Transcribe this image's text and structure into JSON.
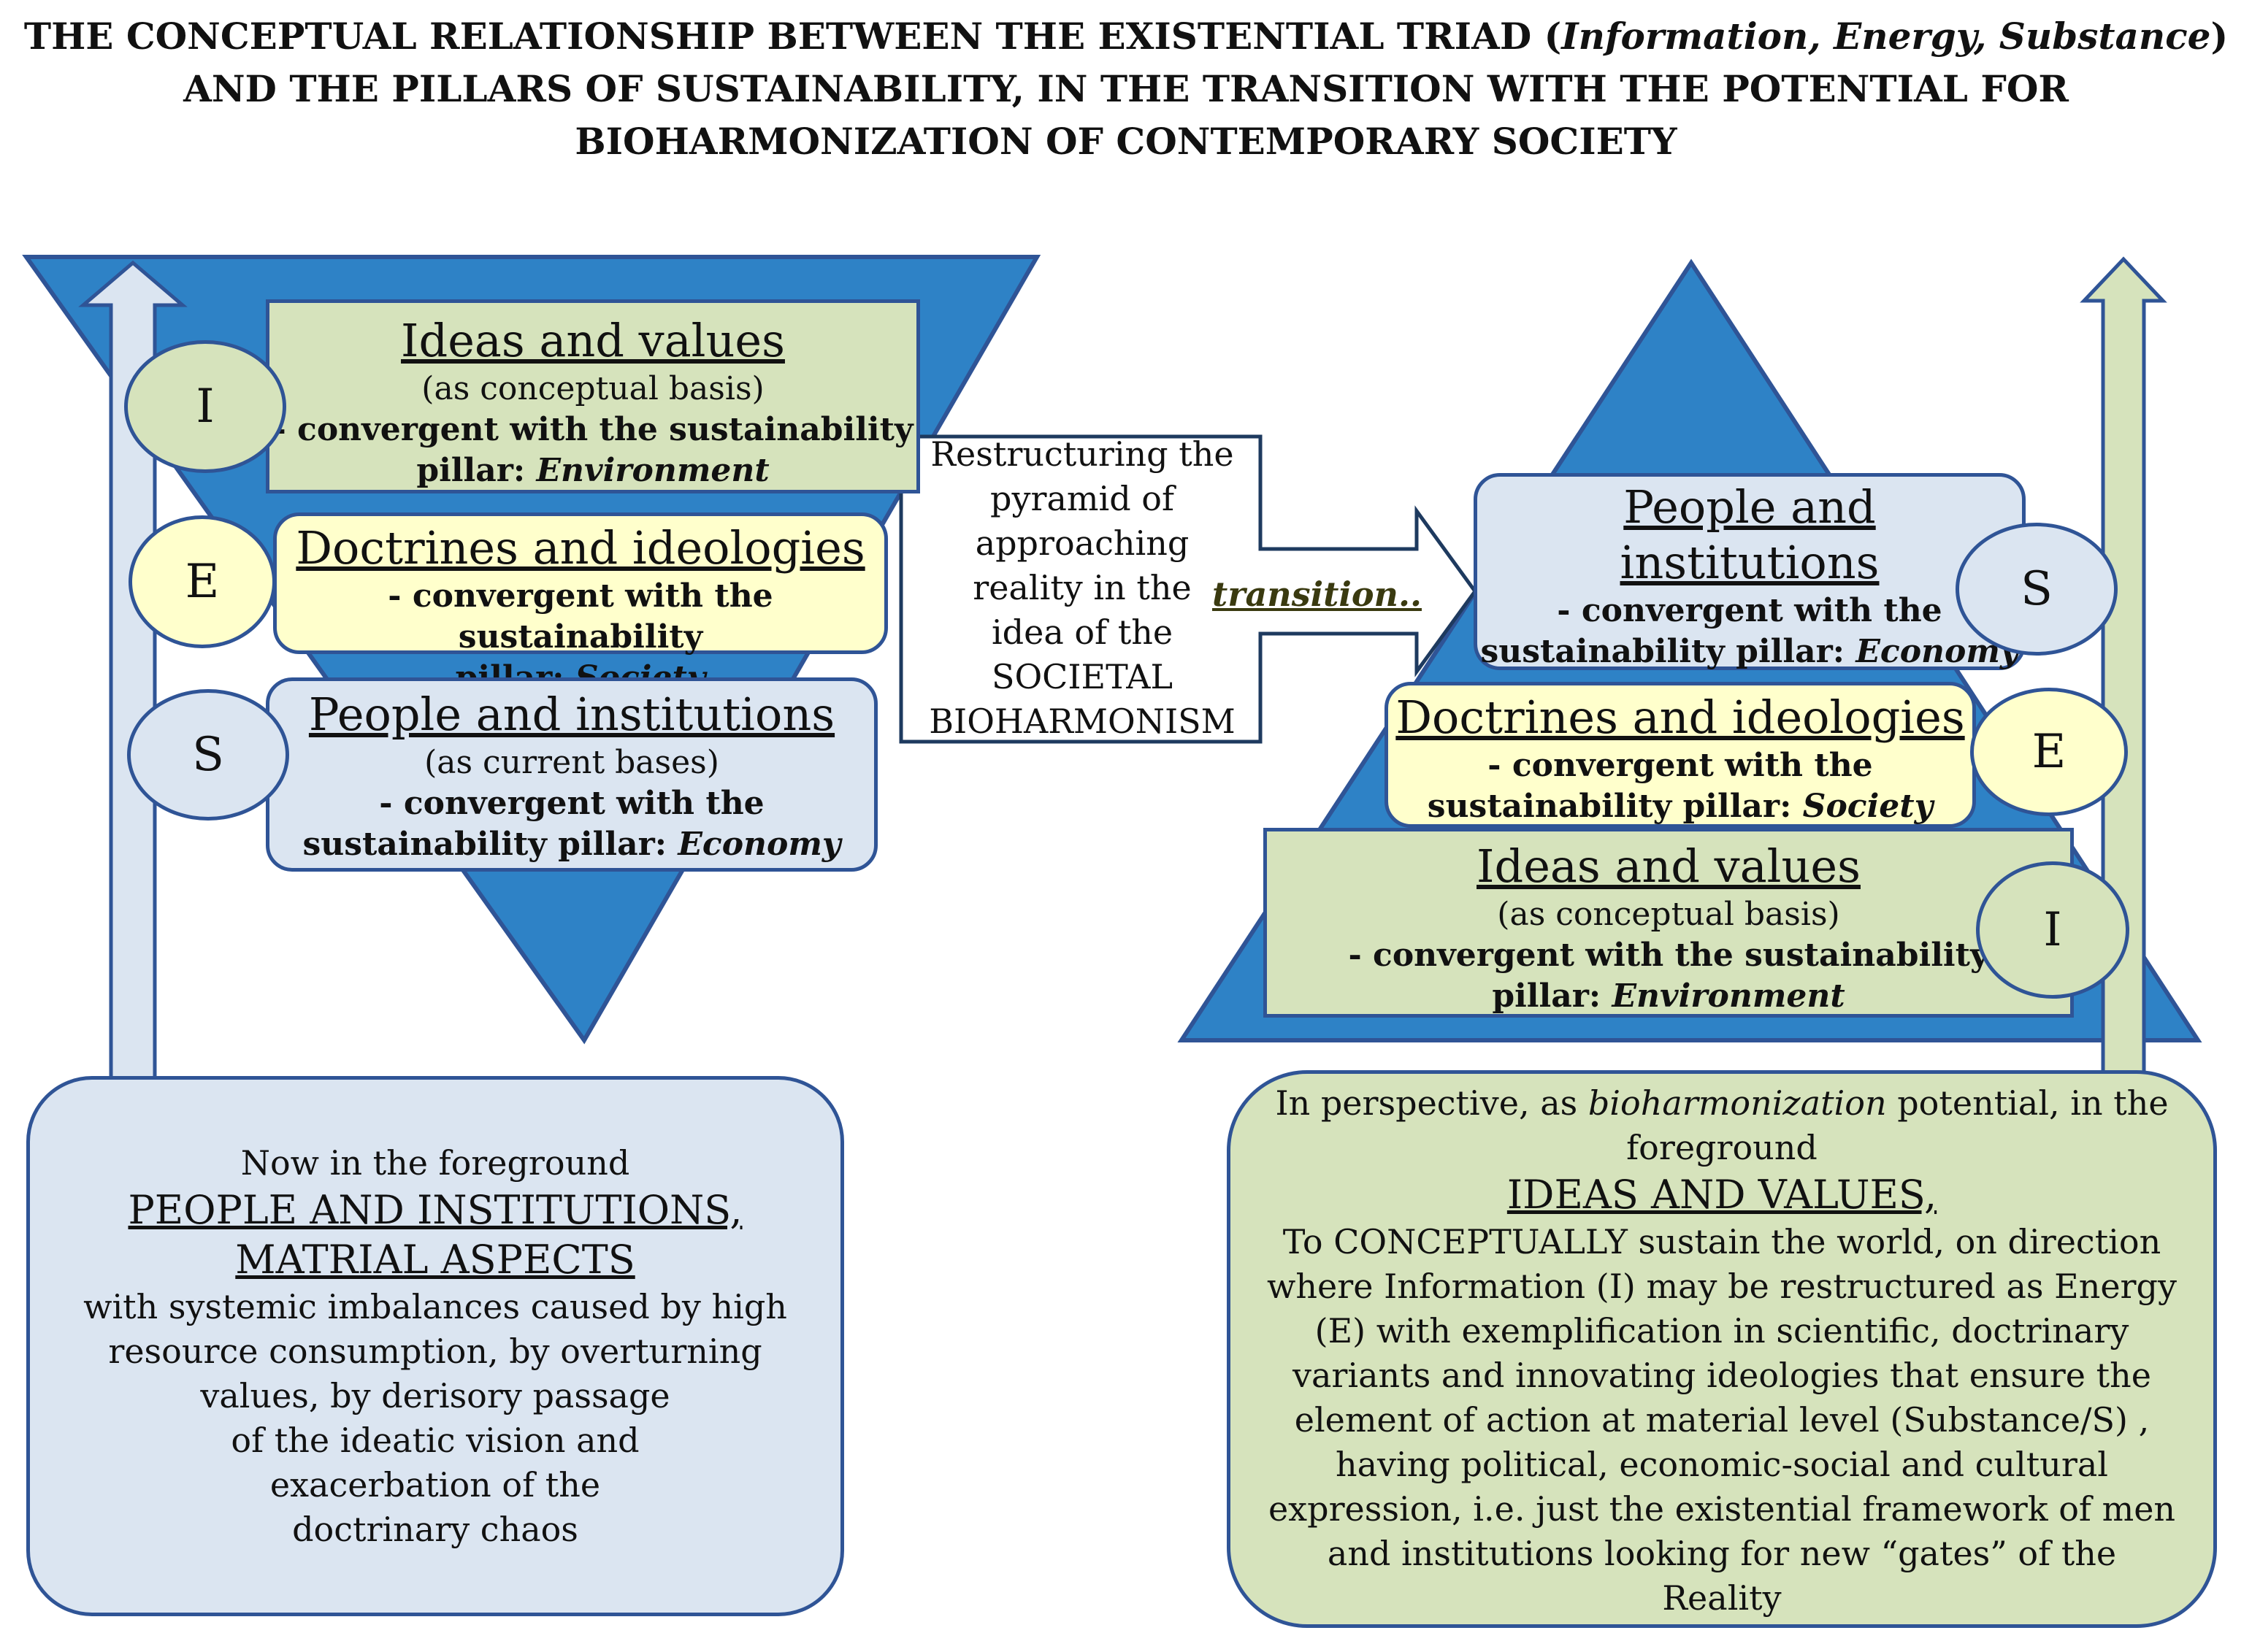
{
  "title": {
    "part1": "THE CONCEPTUAL RELATIONSHIP BETWEEN THE EXISTENTIAL TRIAD (",
    "italic": "Information, Energy, Substance",
    "part2": ") AND THE PILLARS OF SUSTAINABILITY, IN THE TRANSITION WITH THE POTENTIAL FOR BIOHARMONIZATION OF CONTEMPORARY SOCIETY"
  },
  "colors": {
    "triangle": "#2e82c6",
    "border": "#2f5496",
    "green": "#d6e3bc",
    "yellow": "#ffffcc",
    "blue": "#dbe5f1"
  },
  "left": {
    "ideas": {
      "heading": "Ideas and values",
      "sub": "(as conceptual basis)",
      "line1": "-   convergent with the sustainability",
      "line2a": "pillar: ",
      "line2b": "Environment"
    },
    "doctrines": {
      "heading": "Doctrines and ideologies",
      "line1": "- convergent with the sustainability",
      "line2a": "pillar: ",
      "line2b": "Society"
    },
    "people": {
      "heading": "People and institutions",
      "sub": "(as current bases)",
      "line1": "- convergent with the",
      "line2a": "sustainability pillar: ",
      "line2b": "Economy"
    },
    "circles": {
      "i": "I",
      "e": "E",
      "s": "S"
    },
    "note": {
      "line1": "Now in the foreground",
      "caps1": "PEOPLE AND INSTITUTIONS,",
      "caps2": "MATRIAL ASPECTS",
      "rest": [
        "with systemic imbalances caused by high",
        "resource consumption, by overturning",
        "values, by derisory passage",
        "of the ideatic vision and",
        "exacerbation of the",
        "doctrinary chaos"
      ]
    }
  },
  "middle": {
    "lines": [
      "Restructuring the",
      "pyramid of",
      "approaching",
      "reality in the",
      "idea of the",
      "SOCIETAL",
      "BIOHARMONISM"
    ],
    "transition": "transition.."
  },
  "right": {
    "people": {
      "heading1": "People and",
      "heading2": "institutions",
      "line1": "- convergent with the",
      "line2a": "sustainability pillar: ",
      "line2b": "Economy"
    },
    "doctrines": {
      "heading": "Doctrines and ideologies",
      "line1": "- convergent with the",
      "line2a": "sustainability pillar: ",
      "line2b": "Society"
    },
    "ideas": {
      "heading": "Ideas and values",
      "sub": "(as conceptual basis)",
      "line1": "-     convergent with the sustainability",
      "line2a": "pillar: ",
      "line2b": "Environment"
    },
    "circles": {
      "s": "S",
      "e": "E",
      "i": "I"
    },
    "note": {
      "line1a": "In perspective, as ",
      "line1b": "bioharmonization",
      "line1c": " potential, in the",
      "line2": "foreground",
      "caps": "IDEAS AND VALUES,",
      "rest": [
        "To CONCEPTUALLY sustain the world, on direction",
        "where Information (I) may be restructured as Energy",
        "(E) with exemplification in scientific, doctrinary",
        "variants and innovating ideologies that ensure the",
        "element of action at material level (Substance/S) ,",
        "having political, economic-social and cultural",
        "expression, i.e. just the existential framework of men",
        "and institutions looking for new “gates” of the",
        "Reality"
      ]
    }
  }
}
